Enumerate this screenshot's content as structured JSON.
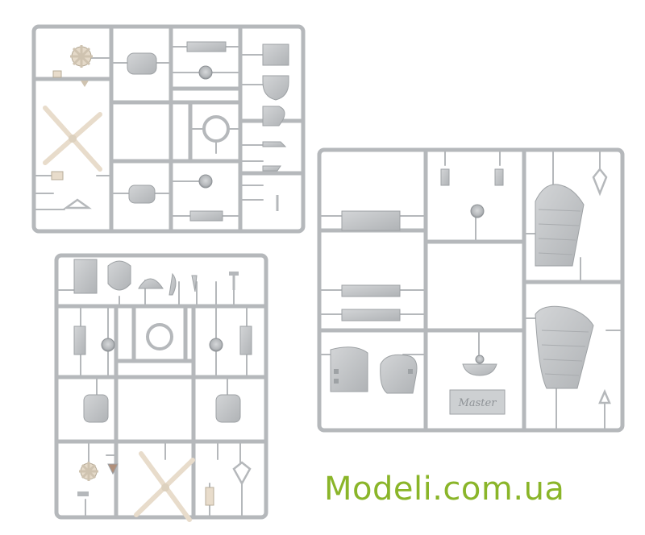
{
  "watermark": {
    "text": "Modeli.com.ua",
    "color": "#8ab529"
  },
  "colors": {
    "sprue": "#b9bcbf",
    "sprue_edge": "#8f9397",
    "part": "#c9ccce",
    "part_shadow": "#9ea2a5",
    "prop": "#e8dccb",
    "background": "#ffffff"
  },
  "sprues": [
    {
      "name": "sprue-top-left",
      "parts": [
        "engine",
        "propeller",
        "cowling",
        "wheel",
        "canopy",
        "wing-tip",
        "antenna"
      ]
    },
    {
      "name": "sprue-bottom-left",
      "parts": [
        "engine",
        "propeller",
        "cowling",
        "wheel",
        "canopy",
        "wing-tip",
        "antenna"
      ]
    },
    {
      "name": "sprue-right",
      "parts": [
        "rudder",
        "stabilizer",
        "wheel",
        "seat",
        "panel",
        "logo-tag",
        "strut"
      ]
    }
  ],
  "logo_tag_text": "Master"
}
